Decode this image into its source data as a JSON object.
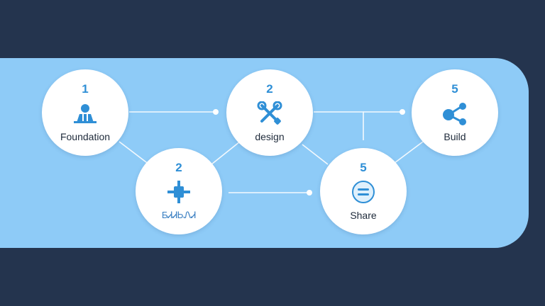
{
  "diagram": {
    "nodes": [
      {
        "id": "foundation",
        "number": "1",
        "label": "Foundation",
        "icon": "person-podium-icon"
      },
      {
        "id": "design",
        "number": "2",
        "label": "design",
        "icon": "tools-icon"
      },
      {
        "id": "build",
        "number": "5",
        "label": "Build",
        "icon": "share-nodes-icon"
      },
      {
        "id": "step-2b",
        "number": "2",
        "label": "ƂᏗᏗᏏᏁᏗ",
        "icon": "connector-cross-icon"
      },
      {
        "id": "share",
        "number": "5",
        "label": "Share",
        "icon": "equals-icon"
      }
    ],
    "edges": [
      {
        "from": "foundation",
        "to": "design",
        "arrow": "dot"
      },
      {
        "from": "foundation",
        "to": "step-2b",
        "arrow": "none"
      },
      {
        "from": "step-2b",
        "to": "design",
        "arrow": "none"
      },
      {
        "from": "step-2b",
        "to": "share",
        "arrow": "dot"
      },
      {
        "from": "design",
        "to": "build",
        "arrow": "dot"
      },
      {
        "from": "design",
        "to": "share",
        "arrow": "none"
      },
      {
        "from": "share",
        "to": "build",
        "arrow": "none"
      }
    ]
  },
  "colors": {
    "background": "#24344e",
    "band": "#8ecbf7",
    "node_fill": "#ffffff",
    "accent": "#2f8fd6",
    "connector": "#ffffff"
  }
}
